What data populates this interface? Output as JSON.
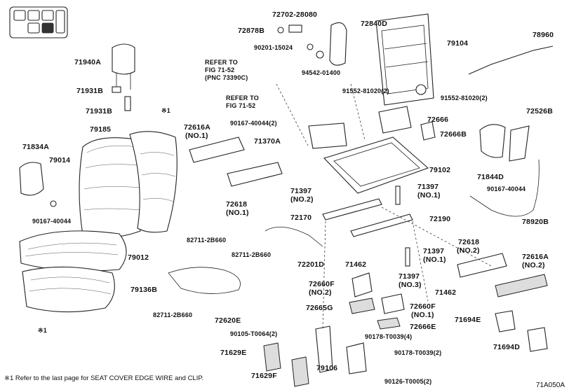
{
  "labels": {
    "p72702": "72702-28080",
    "p72840D": "72840D",
    "p72878B": "72878B",
    "p79104": "79104",
    "p78960": "78960",
    "p90201": "90201-15024",
    "p94542": "94542-01400",
    "p71940A": "71940A",
    "p71931B_1": "71931B",
    "p71931B_2": "71931B",
    "p91552_a": "91552-81020(2)",
    "p91552_b": "91552-81020(2)",
    "star1_a": "※1",
    "p79185": "79185",
    "p72616A_1": "72616A",
    "p72616A_1n": "(NO.1)",
    "p90167_a": "90167-40044(2)",
    "p72666": "72666",
    "p72666B": "72666B",
    "p72526B": "72526B",
    "p71834A": "71834A",
    "p79014": "79014",
    "p71370A": "71370A",
    "p79102": "79102",
    "p71844D": "71844D",
    "p90167_b": "90167-40044",
    "p72618_1": "72618",
    "p72618_1n": "(NO.1)",
    "p71397_a": "71397",
    "p71397_an": "(NO.2)",
    "p71397_b": "71397",
    "p71397_bn": "(NO.1)",
    "p78920B": "78920B",
    "p90167_c": "90167-40044",
    "p72170": "72170",
    "p72190": "72190",
    "p82711_a": "82711-2B660",
    "p82711_b": "82711-2B660",
    "p82711_c": "82711-2B660",
    "p79012": "79012",
    "p72201D": "72201D",
    "p71462_a": "71462",
    "p71397_c": "71397",
    "p71397_cn": "(NO.1)",
    "p72618_2": "72618",
    "p72618_2n": "(NO.2)",
    "p72616A_2": "72616A",
    "p72616A_2n": "(NO.2)",
    "p79136B": "79136B",
    "p72660F_2": "72660F",
    "p72660F_2n": "(NO.2)",
    "p71397_d": "71397",
    "p71397_dn": "(NO.3)",
    "p71462_b": "71462",
    "p72665G": "72665G",
    "p72660F_1": "72660F",
    "p72660F_1n": "(NO.1)",
    "p72620E": "72620E",
    "p71694E": "71694E",
    "p72666E": "72666E",
    "star1_b": "※1",
    "p90105": "90105-T0064(2)",
    "p90178_a": "90178-T0039(4)",
    "p71629E": "71629E",
    "p90178_b": "90178-T0039(2)",
    "p71694D": "71694D",
    "p79106": "79106",
    "p71629F": "71629F",
    "p90126": "90126-T0005(2)",
    "ref1": "REFER TO\nFIG 71-52\n(PNC 73390C)",
    "ref2": "REFER TO\nFIG 71-52"
  },
  "footnote": "※1  Refer to the last page for SEAT COVER EDGE WIRE and CLIP.",
  "figure_id": "71A050A",
  "icons": {
    "seat_locator": "seat-position-grid-icon"
  }
}
